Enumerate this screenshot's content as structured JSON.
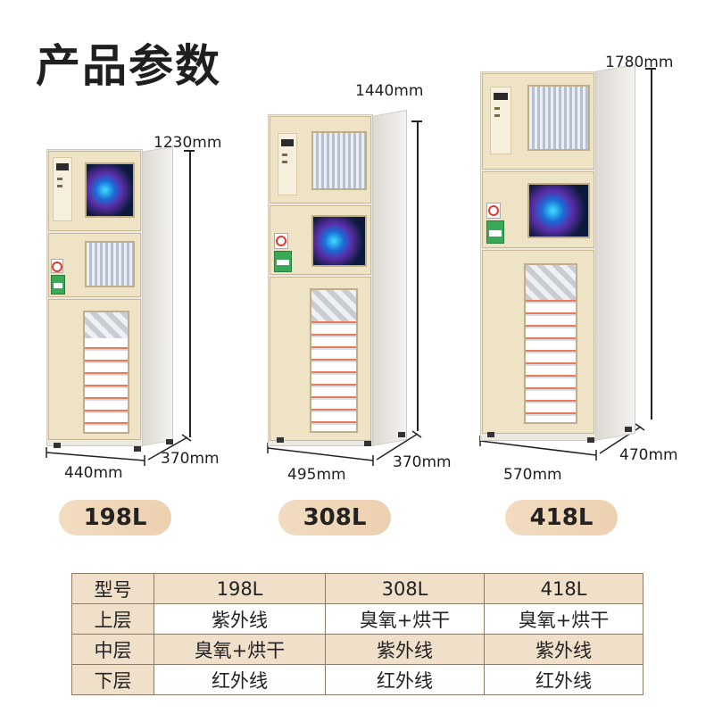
{
  "title": "产品参数",
  "models": [
    {
      "height": "1230mm",
      "width": "440mm",
      "depth": "370mm",
      "capacity": "198L"
    },
    {
      "height": "1440mm",
      "width": "495mm",
      "depth": "370mm",
      "capacity": "308L"
    },
    {
      "height": "1780mm",
      "width": "570mm",
      "depth": "470mm",
      "capacity": "418L"
    }
  ],
  "table": {
    "header": [
      "型号",
      "198L",
      "308L",
      "418L"
    ],
    "rows": [
      [
        "上层",
        "紫外线",
        "臭氧+烘干",
        "臭氧+烘干"
      ],
      [
        "中层",
        "臭氧+烘干",
        "紫外线",
        "紫外线"
      ],
      [
        "下层",
        "红外线",
        "红外线",
        "红外线"
      ]
    ]
  },
  "colors": {
    "badge": "#ecd1b0",
    "table_highlight": "#f0dfc9",
    "door": "#efe3c6"
  }
}
